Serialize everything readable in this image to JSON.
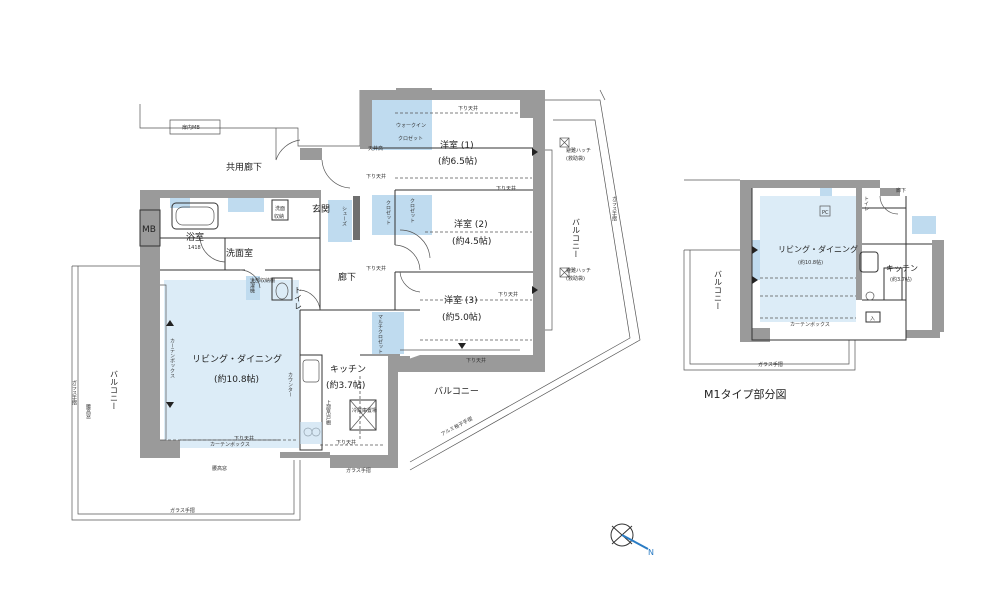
{
  "main_plan": {
    "rooms": {
      "western_1": "洋室 (1)",
      "western_1_size": "(約6.5帖)",
      "western_2": "洋室 (2)",
      "western_2_size": "(約4.5帖)",
      "western_3": "洋室 (3)",
      "western_3_size": "(約5.0帖)",
      "living_dining": "リビング・ダイニング",
      "living_dining_size": "(約10.8帖)",
      "kitchen": "キッチン",
      "kitchen_size": "(約3.7帖)",
      "bathroom": "浴室",
      "bathroom_size": "1418",
      "washroom": "洗面室",
      "entrance": "玄関",
      "toilet": "トイレ",
      "hallway": "廊下",
      "common_corridor": "共用廊下",
      "mb": "MB",
      "balcony_right": "バルコニー",
      "balcony_bottom": "バルコニー",
      "balcony_left": "バルコニー"
    },
    "fixtures": {
      "walk_in_1": "ウォークイン",
      "walk_in_2": "クロゼット",
      "door_mb": "扉内MB",
      "closet_2": "クロゼット",
      "closet_3": "クロゼット",
      "multi_closet": "マルチクロゼット",
      "counter": "カウンター",
      "curtain_box_v": "カーテンボックス",
      "curtain_box_h": "カーテンボックス",
      "fridge": "冷蔵庫置場",
      "upper_shelf": "上部収納棚",
      "upper_cabinet": "上部吊戸棚",
      "evac_hatch_1": "避難ハッチ",
      "evac_hatch_1b": "(救助袋)",
      "evac_hatch_2": "避難ハッチ",
      "evac_hatch_2b": "(救助袋)",
      "shoes": "シューズ",
      "washer": "洗濯機",
      "lavatory": "洗面",
      "shelf": "収納"
    },
    "annotations": {
      "glass_rail_bottom": "ガラス手摺",
      "glass_rail_right": "ガラス手摺",
      "glass_rail_left": "ガラス手摺",
      "alum_rail": "アルミ格子手摺",
      "parapet": "腰高窓",
      "ceiling_label": "天井高",
      "ceiling_a": "下り天井",
      "ceiling_b": "下り天井",
      "ceiling_c": "下り天井",
      "ceiling_d": "下り天井",
      "ceiling_e": "下り天井",
      "ceiling_f": "下り天井",
      "ceiling_g": "下り天井",
      "ceiling_h": "下り天井",
      "bottom_note_1": "ガラス手摺",
      "bottom_note_2": "腰高窓"
    }
  },
  "partial_plan": {
    "caption": "M1タイプ部分図",
    "living_dining": "リビング・ダイニング",
    "living_dining_size": "(約10.8帖)",
    "kitchen": "キッチン",
    "kitchen_size": "(約3.7帖)",
    "balcony": "バルコニー",
    "hallway": "廊下",
    "toilet": "トイレ",
    "glass_rail": "ガラス手摺",
    "curtain_box": "カーテンボックス",
    "pc": "PC",
    "entrance": "入"
  },
  "compass": {
    "label": "N"
  },
  "colors": {
    "wall": "#9a9a9a",
    "storage_blue": "#bfdbef",
    "living_blue": "#dcecf7",
    "compass_blue": "#2a7cc4"
  }
}
